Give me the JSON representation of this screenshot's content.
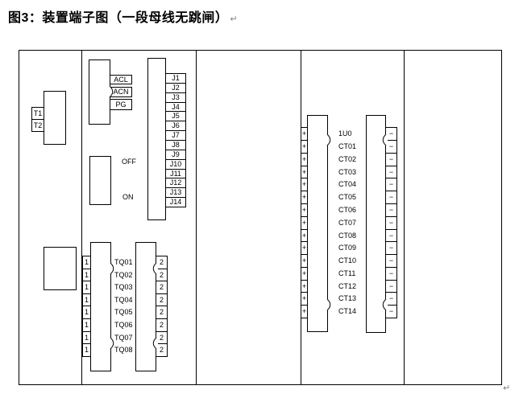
{
  "title": {
    "text": "图3：装置端子图（一段母线无跳闸）",
    "paragraph_mark": "↵"
  },
  "footer": {
    "paragraph_mark": "↵"
  },
  "colors": {
    "line": "#000000",
    "text": "#000000",
    "paragraph_mark": "#808080"
  },
  "blocks": {
    "t": {
      "pins": [
        "T1",
        "T2"
      ]
    },
    "power": {
      "pins": [
        "ACL",
        "ACN",
        "PG"
      ]
    },
    "switch": {
      "off": "OFF",
      "on": "ON"
    },
    "j": {
      "pins": [
        "J1",
        "J2",
        "J3",
        "J4",
        "J5",
        "J6",
        "J7",
        "J8",
        "J9",
        "J10",
        "J11",
        "J12",
        "J13",
        "J14"
      ]
    },
    "tq": {
      "left_pin": "1",
      "right_pin": "2",
      "labels": [
        "TQ01",
        "TQ02",
        "TQ03",
        "TQ04",
        "TQ05",
        "TQ06",
        "TQ07",
        "TQ08"
      ]
    },
    "ct": {
      "left_pin": "+",
      "right_pin": "−",
      "labels": [
        "1U0",
        "CT01",
        "CT02",
        "CT03",
        "CT04",
        "CT05",
        "CT06",
        "CT07",
        "CT08",
        "CT09",
        "CT10",
        "CT11",
        "CT12",
        "CT13",
        "CT14"
      ]
    }
  }
}
